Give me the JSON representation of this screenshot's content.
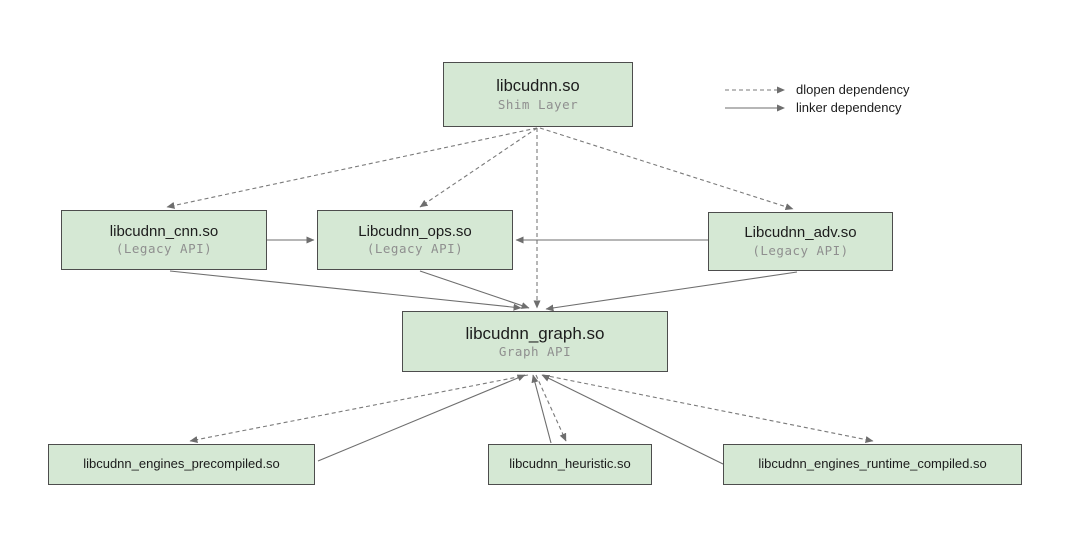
{
  "diagram": {
    "colors": {
      "node_fill": "#d5e8d4",
      "node_border": "#4d4d4d",
      "edge": "#6e6e6e",
      "subtitle_text": "#8f8f8f"
    },
    "nodes": {
      "shim": {
        "title": "libcudnn.so",
        "subtitle": "Shim Layer"
      },
      "cnn": {
        "title": "libcudnn_cnn.so",
        "subtitle": "(Legacy API)"
      },
      "ops": {
        "title": "Libcudnn_ops.so",
        "subtitle": "(Legacy API)"
      },
      "adv": {
        "title": "Libcudnn_adv.so",
        "subtitle": "(Legacy API)"
      },
      "graph": {
        "title": "libcudnn_graph.so",
        "subtitle": "Graph API"
      },
      "engines_precompiled": {
        "title": "libcudnn_engines_precompiled.so"
      },
      "heuristic": {
        "title": "libcudnn_heuristic.so"
      },
      "engines_runtime_compiled": {
        "title": "libcudnn_engines_runtime_compiled.so"
      }
    },
    "edges": [
      {
        "from": "shim",
        "to": "cnn",
        "type": "dlopen",
        "points": [
          537,
          128,
          167,
          207
        ]
      },
      {
        "from": "shim",
        "to": "ops",
        "type": "dlopen",
        "points": [
          537,
          128,
          420,
          207
        ]
      },
      {
        "from": "shim",
        "to": "graph",
        "type": "dlopen",
        "points": [
          537,
          128,
          537,
          308
        ]
      },
      {
        "from": "shim",
        "to": "adv",
        "type": "dlopen",
        "points": [
          540,
          128,
          793,
          209
        ]
      },
      {
        "from": "cnn",
        "to": "ops",
        "type": "linker",
        "points": [
          267,
          240,
          314,
          240
        ]
      },
      {
        "from": "adv",
        "to": "ops",
        "type": "linker",
        "points": [
          708,
          240,
          516,
          240
        ]
      },
      {
        "from": "cnn",
        "to": "graph",
        "type": "linker",
        "points": [
          170,
          271,
          521,
          308
        ]
      },
      {
        "from": "ops",
        "to": "graph",
        "type": "linker",
        "points": [
          420,
          271,
          529,
          308
        ]
      },
      {
        "from": "adv",
        "to": "graph",
        "type": "linker",
        "points": [
          797,
          272,
          546,
          309
        ]
      },
      {
        "from": "graph",
        "to": "engines_precompiled",
        "type": "dlopen",
        "points": [
          528,
          375,
          190,
          441
        ]
      },
      {
        "from": "graph",
        "to": "heuristic",
        "type": "dlopen",
        "points": [
          536,
          375,
          566,
          441
        ]
      },
      {
        "from": "graph",
        "to": "engines_runtime_compiled",
        "type": "dlopen",
        "points": [
          543,
          375,
          873,
          441
        ]
      },
      {
        "from": "engines_precompiled",
        "to": "graph",
        "type": "linker",
        "points": [
          318,
          461,
          525,
          375
        ]
      },
      {
        "from": "heuristic",
        "to": "graph",
        "type": "linker",
        "points": [
          551,
          443,
          533,
          375
        ]
      },
      {
        "from": "engines_runtime_compiled",
        "to": "graph",
        "type": "linker",
        "points": [
          723,
          464,
          542,
          375
        ]
      }
    ],
    "legend": {
      "dlopen_label": "dlopen dependency",
      "linker_label": "linker dependency"
    }
  }
}
